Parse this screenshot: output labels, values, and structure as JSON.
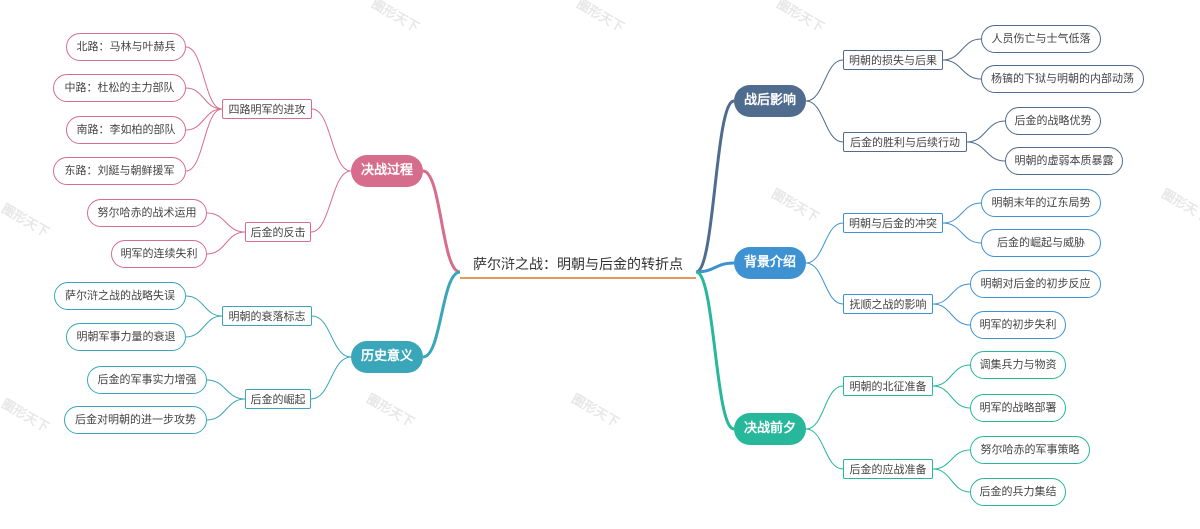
{
  "center": {
    "title": "萨尔浒之战：明朝与后金的转折点"
  },
  "colors": {
    "pink": "#d76d8c",
    "teal": "#3aa6b9",
    "slate": "#4f6b8d",
    "blue": "#3f92d2",
    "green": "#27b79a",
    "center_underline": "#e39a5b"
  },
  "branches": {
    "juezhan": {
      "label": "决战过程",
      "subs": [
        {
          "label": "四路明军的进攻",
          "leaves": [
            "北路：马林与叶赫兵",
            "中路：杜松的主力部队",
            "南路：李如柏的部队",
            "东路：刘綎与朝鲜援军"
          ]
        },
        {
          "label": "后金的反击",
          "leaves": [
            "努尔哈赤的战术运用",
            "明军的连续失利"
          ]
        }
      ]
    },
    "lishi": {
      "label": "历史意义",
      "subs": [
        {
          "label": "明朝的衰落标志",
          "leaves": [
            "萨尔浒之战的战略失误",
            "明朝军事力量的衰退"
          ]
        },
        {
          "label": "后金的崛起",
          "leaves": [
            "后金的军事实力增强",
            "后金对明朝的进一步攻势"
          ]
        }
      ]
    },
    "zhanhou": {
      "label": "战后影响",
      "subs": [
        {
          "label": "明朝的损失与后果",
          "leaves": [
            "人员伤亡与士气低落",
            "杨镐的下狱与明朝的内部动荡"
          ]
        },
        {
          "label": "后金的胜利与后续行动",
          "leaves": [
            "后金的战略优势",
            "明朝的虚弱本质暴露"
          ]
        }
      ]
    },
    "beijing": {
      "label": "背景介绍",
      "subs": [
        {
          "label": "明朝与后金的冲突",
          "leaves": [
            "明朝末年的辽东局势",
            "后金的崛起与威胁"
          ]
        },
        {
          "label": "抚顺之战的影响",
          "leaves": [
            "明朝对后金的初步反应",
            "明军的初步失利"
          ]
        }
      ]
    },
    "qianxi": {
      "label": "决战前夕",
      "subs": [
        {
          "label": "明朝的北征准备",
          "leaves": [
            "调集兵力与物资",
            "明军的战略部署"
          ]
        },
        {
          "label": "后金的应战准备",
          "leaves": [
            "努尔哈赤的军事策略",
            "后金的兵力集结"
          ]
        }
      ]
    }
  },
  "watermark": {
    "text": "圈形天下"
  }
}
